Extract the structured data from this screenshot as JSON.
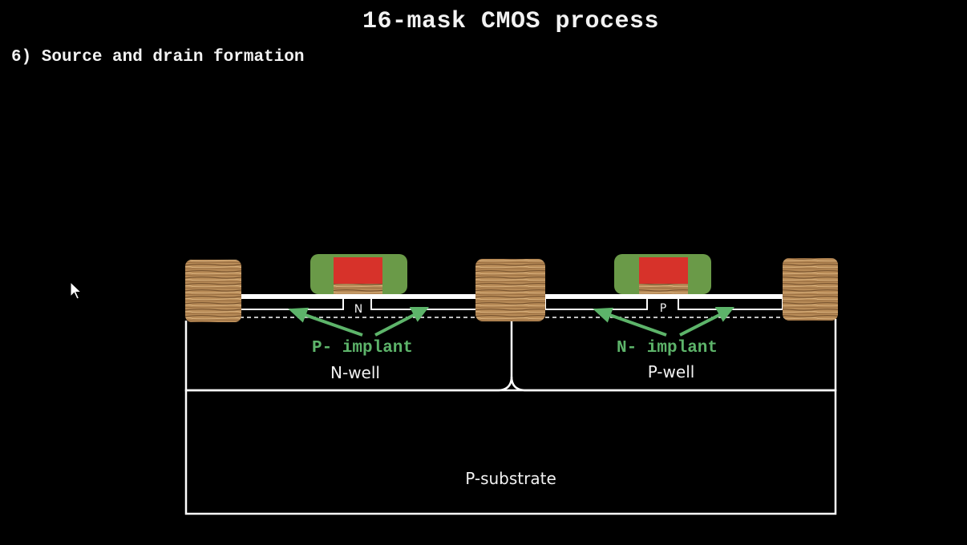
{
  "title": "16-mask CMOS process",
  "step": "6) Source and drain formation",
  "labels": {
    "n_region": "N",
    "p_region": "P",
    "p_implant": "P- implant",
    "n_implant": "N- implant",
    "n_well": "N-well",
    "p_well": "P-well",
    "p_substrate": "P-substrate"
  },
  "colors": {
    "background": "#000000",
    "implant_label": "#5db46a",
    "gate_spacer": "#6a9a48",
    "gate_poly": "#d7322a",
    "oxide_wood": "#b48a5a",
    "outline": "#ffffff"
  },
  "icons": {
    "cursor": "mouse-pointer-icon"
  }
}
